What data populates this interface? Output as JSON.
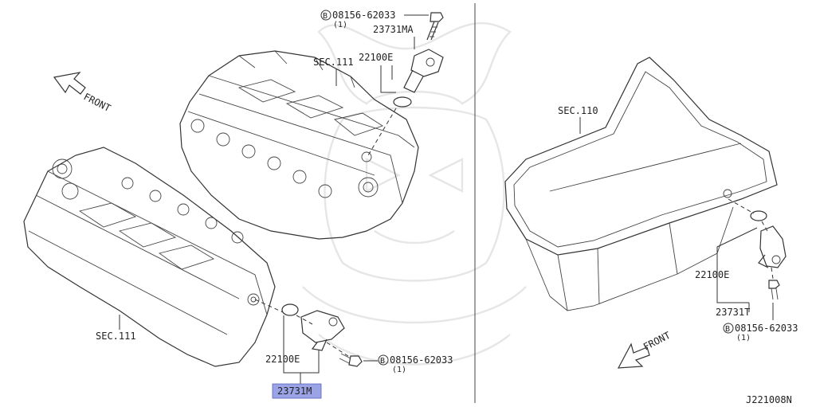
{
  "diagram": {
    "labels": {
      "front_left": "FRONT",
      "front_right": "FRONT",
      "sec_head_top": "SEC.111",
      "sec_head_bottom": "SEC.111",
      "sec_pan": "SEC.110",
      "top_bolt_code": "08156-62033",
      "top_bolt_qty": "(1)",
      "top_sensor_part": "23731MA",
      "top_oring_part": "22100E",
      "left_oring_part": "22100E",
      "left_sensor_part": "23731M",
      "left_bolt_code": "08156-62033",
      "left_bolt_qty": "(1)",
      "right_oring_part": "22100E",
      "right_sensor_part": "23731T",
      "right_bolt_code": "08156-62033",
      "right_bolt_qty": "(1)",
      "bolt_symbol": "B",
      "drawing_id": "J221008N"
    },
    "colors": {
      "highlight": "#9aa3e6",
      "line": "#333333",
      "watermark": "#e6e6e6"
    },
    "icons": [
      "front-arrow-icon",
      "front-arrow-icon",
      "bolt-symbol-icon"
    ]
  }
}
